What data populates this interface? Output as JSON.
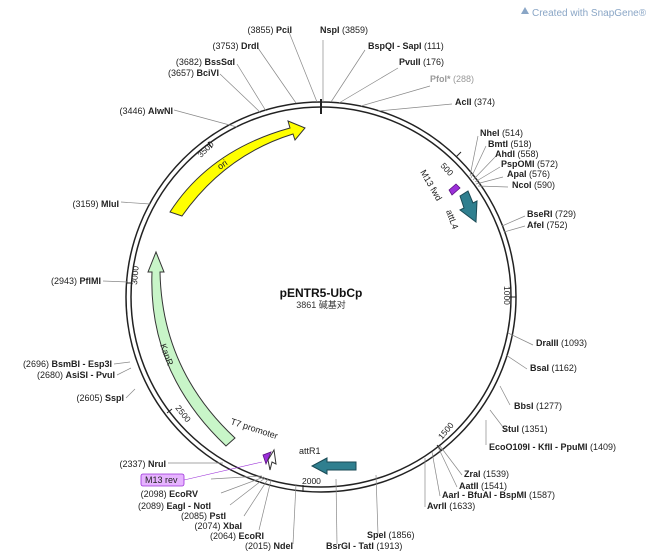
{
  "credit": "Created with SnapGene®",
  "plasmid": {
    "name": "pENTR5-UbCp",
    "size_text": "3861 碱基对",
    "length": 3861
  },
  "ticks": [
    {
      "pos": 500,
      "label": "500"
    },
    {
      "pos": 1000,
      "label": "1000"
    },
    {
      "pos": 1500,
      "label": "1500"
    },
    {
      "pos": 2000,
      "label": "2000"
    },
    {
      "pos": 2500,
      "label": "2500"
    },
    {
      "pos": 3000,
      "label": "3000"
    },
    {
      "pos": 3500,
      "label": "3500"
    }
  ],
  "features": [
    {
      "label": "ori",
      "color": "#ffff00"
    },
    {
      "label": "KanR",
      "color": "#c8f5c8"
    },
    {
      "label": "attL4",
      "color": "#2f7f8f"
    },
    {
      "label": "attR1",
      "color": "#2f7f8f"
    },
    {
      "label": "M13 fwd",
      "color": "#9b30d9"
    },
    {
      "label": "T7 promoter",
      "color": "#ffffff"
    },
    {
      "label": "M13 rev",
      "color": "#e6b3ff"
    }
  ],
  "sites": [
    {
      "name": "NspI",
      "pos": "(3859)"
    },
    {
      "name": "BspQI - SapI",
      "pos": "(111)"
    },
    {
      "name": "PvuII",
      "pos": "(176)"
    },
    {
      "name": "PfoI*",
      "pos": "(288)"
    },
    {
      "name": "AclI",
      "pos": "(374)"
    },
    {
      "name": "NheI",
      "pos": "(514)"
    },
    {
      "name": "BmtI",
      "pos": "(518)"
    },
    {
      "name": "AhdI",
      "pos": "(558)"
    },
    {
      "name": "PspOMI",
      "pos": "(572)"
    },
    {
      "name": "ApaI",
      "pos": "(576)"
    },
    {
      "name": "NcoI",
      "pos": "(590)"
    },
    {
      "name": "BseRI",
      "pos": "(729)"
    },
    {
      "name": "AfeI",
      "pos": "(752)"
    },
    {
      "name": "DraIII",
      "pos": "(1093)"
    },
    {
      "name": "BsaI",
      "pos": "(1162)"
    },
    {
      "name": "BbsI",
      "pos": "(1277)"
    },
    {
      "name": "StuI",
      "pos": "(1351)"
    },
    {
      "name": "EcoO109I - KflI - PpuMI",
      "pos": "(1409)"
    },
    {
      "name": "ZraI",
      "pos": "(1539)"
    },
    {
      "name": "AatII",
      "pos": "(1541)"
    },
    {
      "name": "AarI - BfuAI - BspMI",
      "pos": "(1587)"
    },
    {
      "name": "AvrII",
      "pos": "(1633)"
    },
    {
      "name": "SpeI",
      "pos": "(1856)"
    },
    {
      "name": "BsrGI - TatI",
      "pos": "(1913)"
    },
    {
      "name": "PciI",
      "pos": "(3855)"
    },
    {
      "name": "DrdI",
      "pos": "(3753)"
    },
    {
      "name": "BssSαI",
      "pos": "(3682)"
    },
    {
      "name": "BciVI",
      "pos": "(3657)"
    },
    {
      "name": "AlwNI",
      "pos": "(3446)"
    },
    {
      "name": "MluI",
      "pos": "(3159)"
    },
    {
      "name": "PflMI",
      "pos": "(2943)"
    },
    {
      "name": "BsmBI - Esp3I",
      "pos": "(2696)"
    },
    {
      "name": "AsiSI - PvuI",
      "pos": "(2680)"
    },
    {
      "name": "SspI",
      "pos": "(2605)"
    },
    {
      "name": "NruI",
      "pos": "(2337)"
    },
    {
      "name": "EcoRV",
      "pos": "(2098)"
    },
    {
      "name": "EagI - NotI",
      "pos": "(2089)"
    },
    {
      "name": "PstI",
      "pos": "(2085)"
    },
    {
      "name": "XbaI",
      "pos": "(2074)"
    },
    {
      "name": "EcoRI",
      "pos": "(2064)"
    },
    {
      "name": "NdeI",
      "pos": "(2015)"
    }
  ]
}
